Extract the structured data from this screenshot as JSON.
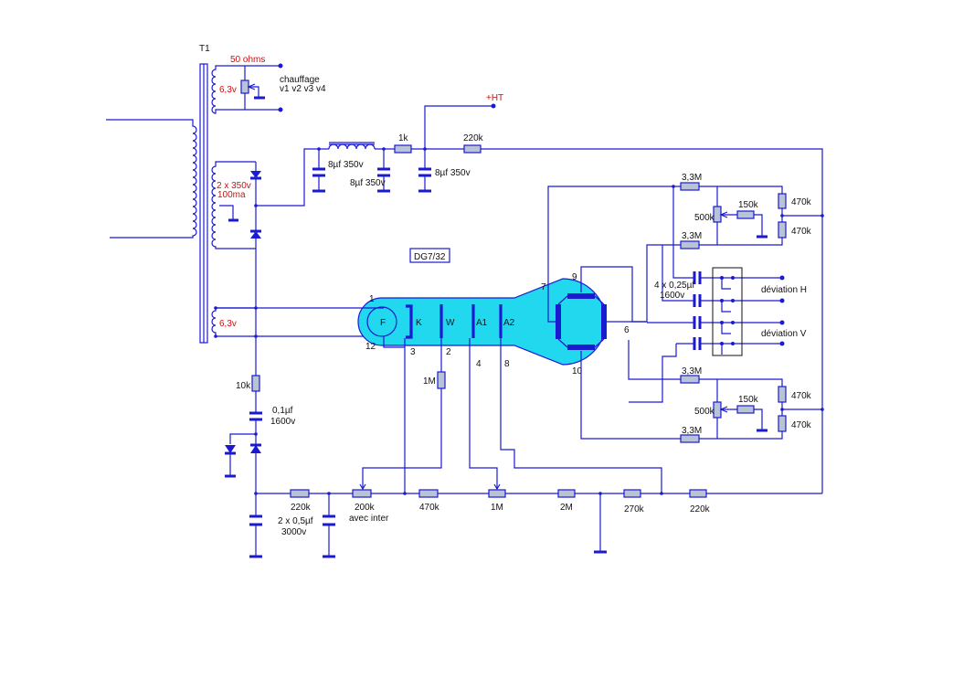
{
  "labels": {
    "t1": "T1",
    "v50ohms": "50 ohms",
    "v63_top": "6,3v",
    "chauffage": "chauffage",
    "v1v4": "v1 v2 v3 v4",
    "ht": "+HT",
    "v2x350": "2 x 350v",
    "ma100": "100ma",
    "c8a": "8µf 350v",
    "c8b": "8µf 350v",
    "c8c": "8µf 350v",
    "r1k": "1k",
    "r220k_top": "220k",
    "tube_name": "DG7/32",
    "v63_mid": "6,3v",
    "pin1": "1",
    "pin12": "12",
    "pin3": "3",
    "pin2": "2",
    "pin4": "4",
    "pin8": "8",
    "pin7": "7",
    "pin9": "9",
    "pin6": "6",
    "pin10": "10",
    "el_f": "F",
    "el_k": "K",
    "el_w": "W",
    "el_a1": "A1",
    "el_a2": "A2",
    "r33m_1": "3,3M",
    "r33m_2": "3,3M",
    "r33m_3": "3,3M",
    "r33m_4": "3,3M",
    "p500k_1": "500k",
    "p500k_2": "500k",
    "r150k_1": "150k",
    "r150k_2": "150k",
    "r470k_1": "470k",
    "r470k_2": "470k",
    "r470k_3": "470k",
    "r470k_4": "470k",
    "c4x025": "4 x 0,25µf",
    "v1600_a": "1600v",
    "dev_h": "déviation H",
    "dev_v": "déviation V",
    "r10k": "10k",
    "c01": "0,1µf",
    "v1600_b": "1600v",
    "r1m_w": "1M",
    "r220k_bot": "220k",
    "p200k": "200k",
    "avec_inter": "avec inter",
    "r470k_bot": "470k",
    "p1m": "1M",
    "r2m": "2M",
    "r270k": "270k",
    "r220k_right": "220k",
    "c2x05": "2 x 0,5µf",
    "v3000": "3000v"
  },
  "colors": {
    "wire": "#1a1ad0",
    "tube_fill": "#22d8ee",
    "resistor_fill": "#b9c3d6",
    "red_label": "#cc1010"
  }
}
